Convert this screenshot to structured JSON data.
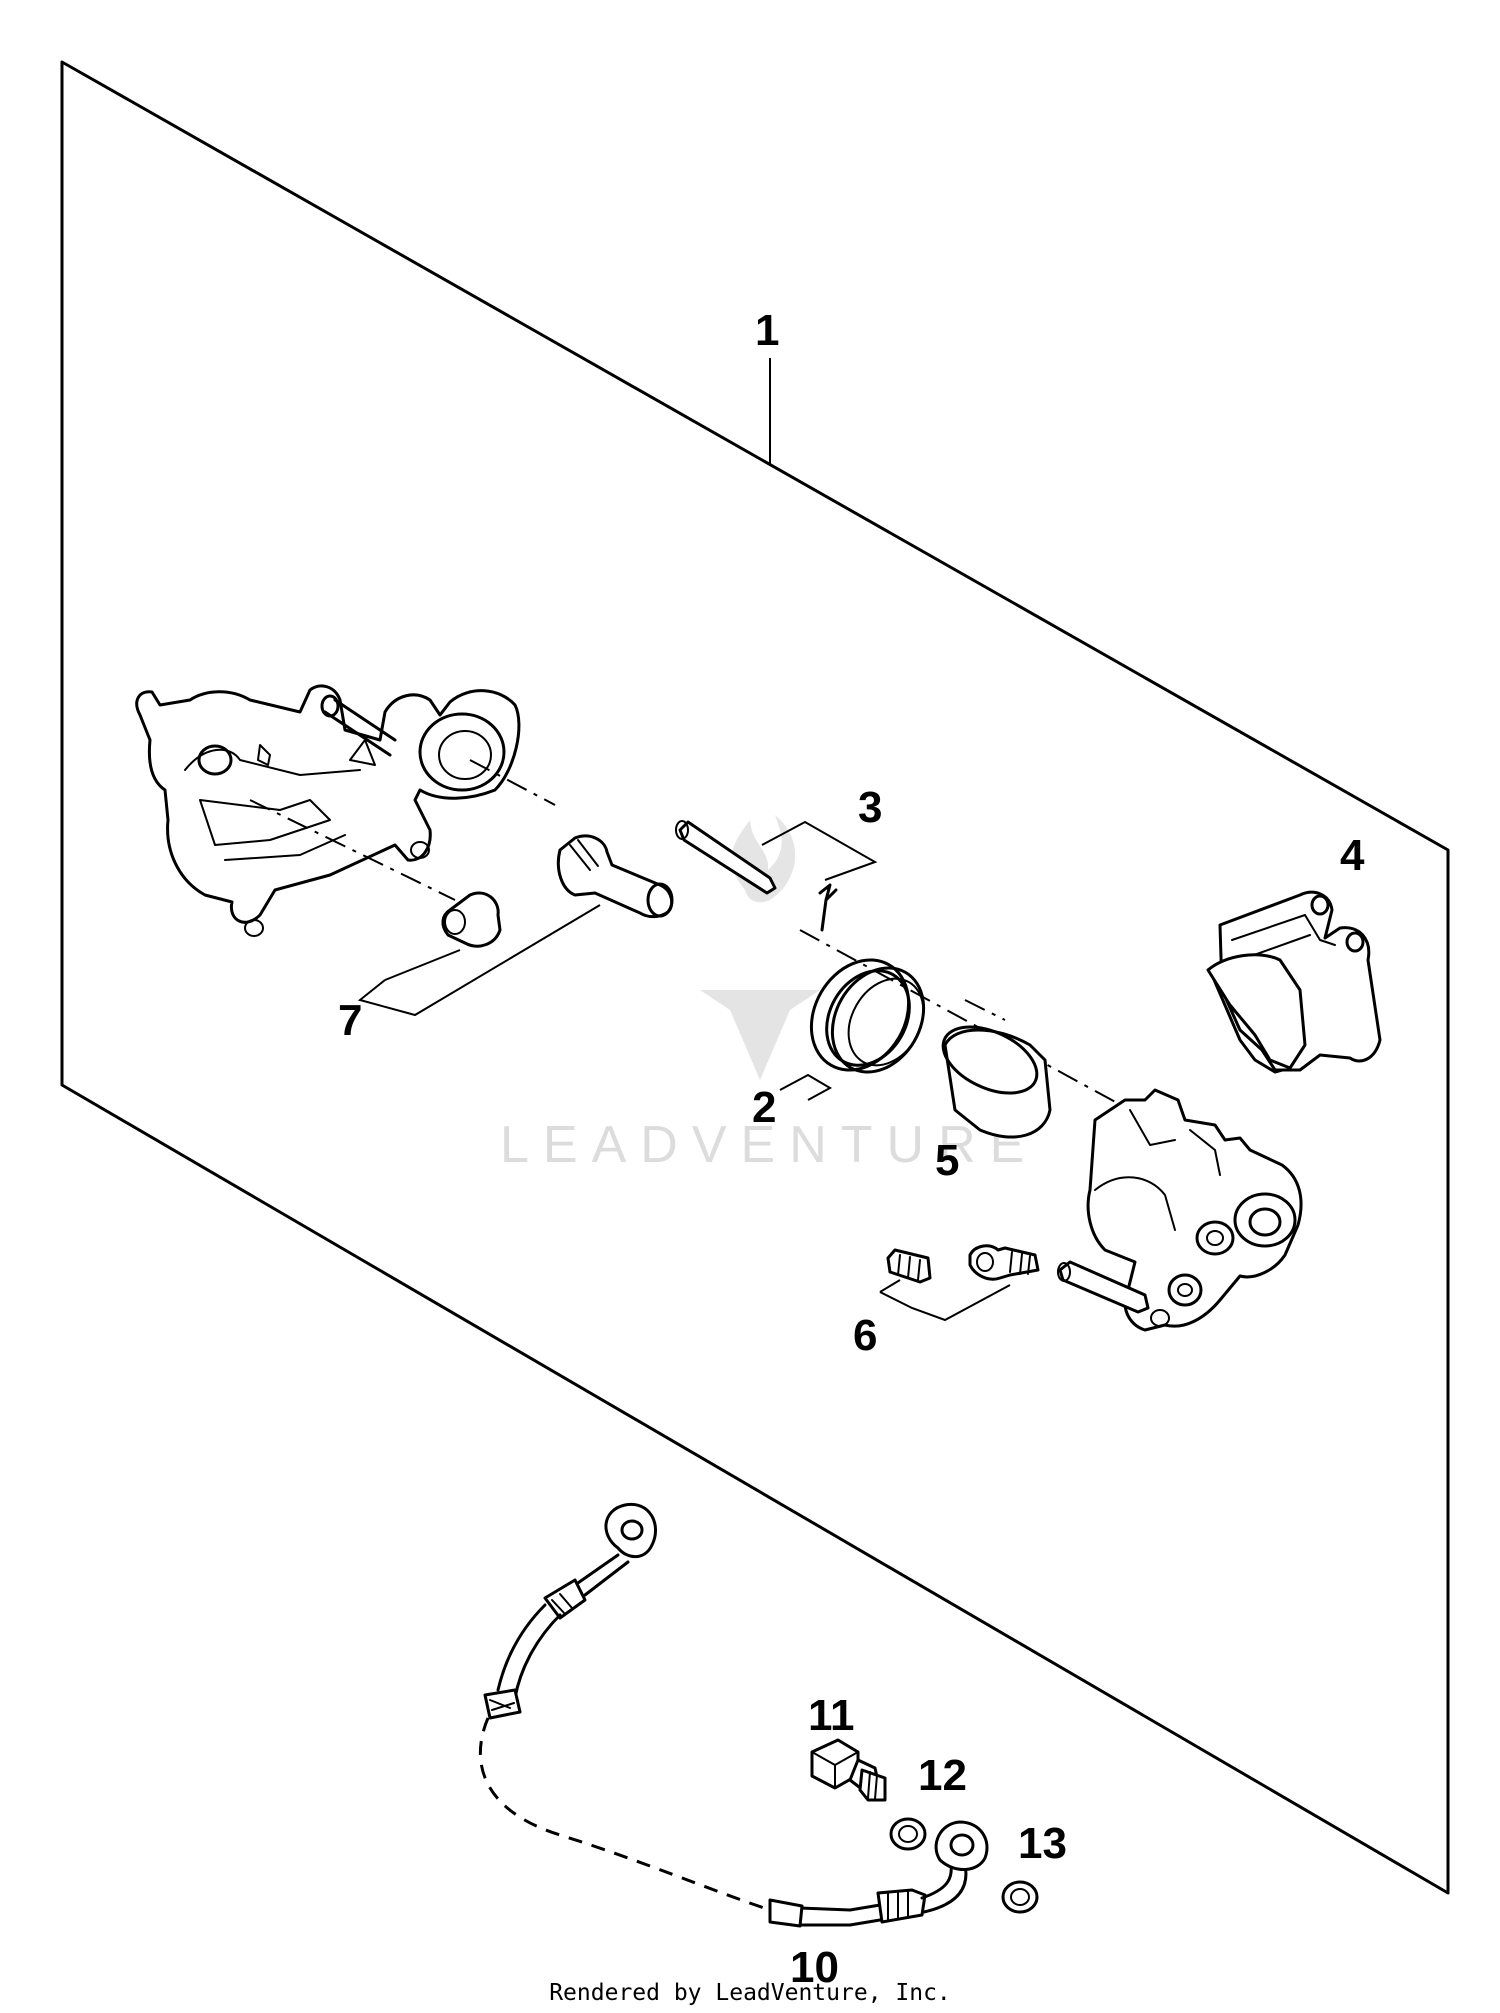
{
  "callouts": {
    "c1": "1",
    "c2": "2",
    "c3": "3",
    "c4": "4",
    "c5": "5",
    "c6": "6",
    "c7": "7",
    "c10": "10",
    "c11": "11",
    "c12": "12",
    "c13": "13"
  },
  "watermark": {
    "brand": "LEADVENTURE"
  },
  "footer": {
    "text": "Rendered by LeadVenture, Inc."
  },
  "colors": {
    "line": "#000000",
    "background": "#ffffff",
    "watermark": "#d9d9d9"
  }
}
